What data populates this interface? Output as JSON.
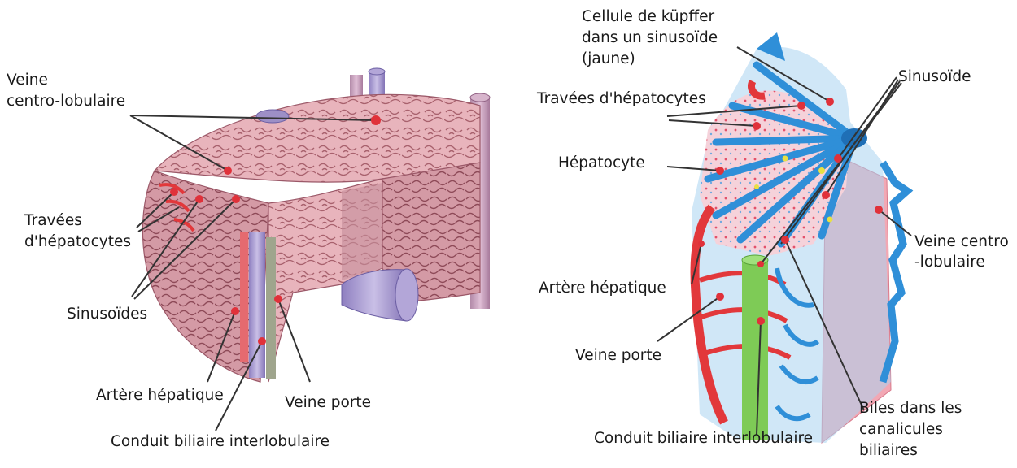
{
  "colors": {
    "tissue": "#e8b8be",
    "tissue_dark": "#c98f98",
    "tissue_line": "#a8616d",
    "vein_purple": "#a89bcf",
    "vein_dark": "#7d6fb3",
    "artery_red": "#e2383b",
    "bile_green": "#7ecb56",
    "blue_sinus": "#2f8fd8",
    "light_blue": "#a9d3f0",
    "pink_panel": "#f2a8b4",
    "marker": "#e0313a",
    "leader": "#333333"
  },
  "left": {
    "veine_centro": "Veine\ncentro-lobulaire",
    "travees": "Travées\nd'hépatocytes",
    "sinusoides": "Sinusoïdes",
    "artere": "Artère hépatique",
    "veine_porte": "Veine porte",
    "conduit": "Conduit biliaire interlobulaire"
  },
  "right": {
    "kupffer": "Cellule de küpffer\ndans un sinusoïde\n(jaune)",
    "sinusoide": "Sinusoïde",
    "travees": "Travées d'hépatocytes",
    "hepatocyte": "Hépatocyte",
    "veine_centro": "Veine centro\n-lobulaire",
    "artere": "Artère hépatique",
    "veine_porte": "Veine porte",
    "conduit": "Conduit biliaire interlobulaire",
    "biles": "Biles dans les\ncanalicules\nbiliaires"
  }
}
